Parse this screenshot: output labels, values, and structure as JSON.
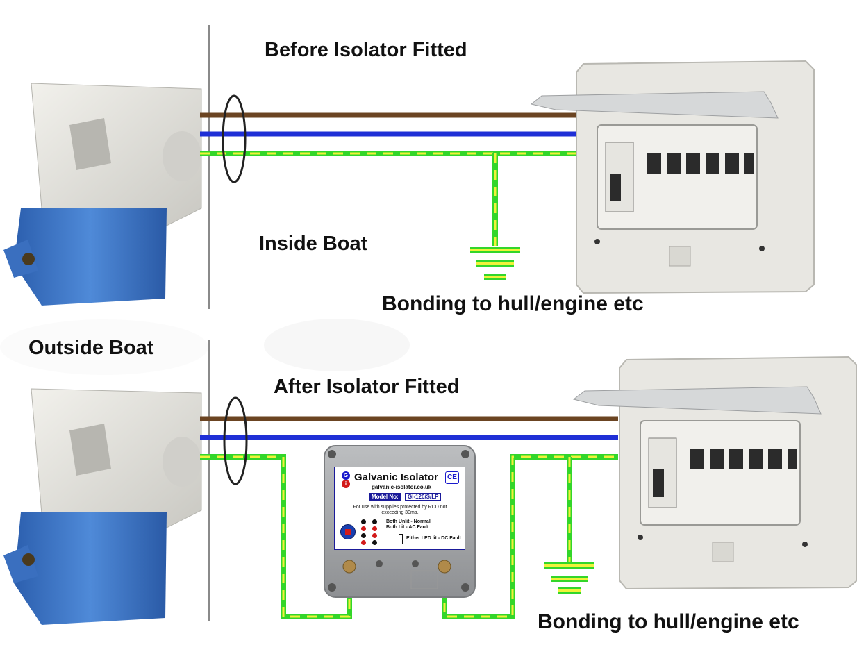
{
  "labels": {
    "before_title": "Before Isolator Fitted",
    "inside_boat": "Inside Boat",
    "bonding_top": "Bonding to hull/engine etc",
    "outside_boat": "Outside Boat",
    "after_title": "After Isolator Fitted",
    "bonding_bottom": "Bonding to hull/engine etc"
  },
  "isolator": {
    "logo_g": "G",
    "logo_i": "i",
    "title": "Galvanic Isolator",
    "ce_mark": "CE",
    "url": "galvanic-isolator.co.uk",
    "model_label": "Model No:",
    "model_value": "GI-120/S/LP",
    "note": "For use with supplies protected by RCD not exceeding 30ma.",
    "led_normal": "Both Unlit - Normal",
    "led_ac_fault": "Both Lit - AC Fault",
    "led_dc_fault": "Either LED lit - DC Fault"
  },
  "colors": {
    "live_wire": "#6b4422",
    "neutral_wire": "#1f2fd6",
    "earth_green": "#33d62a",
    "earth_yellow": "#f0f23a",
    "plug_blue": "#3b72c4",
    "plug_grey": "#e4e3dd",
    "consumer_unit": "#e8e7e2",
    "isolator_box": "#a9abad",
    "label_border": "#1a1a9a"
  }
}
